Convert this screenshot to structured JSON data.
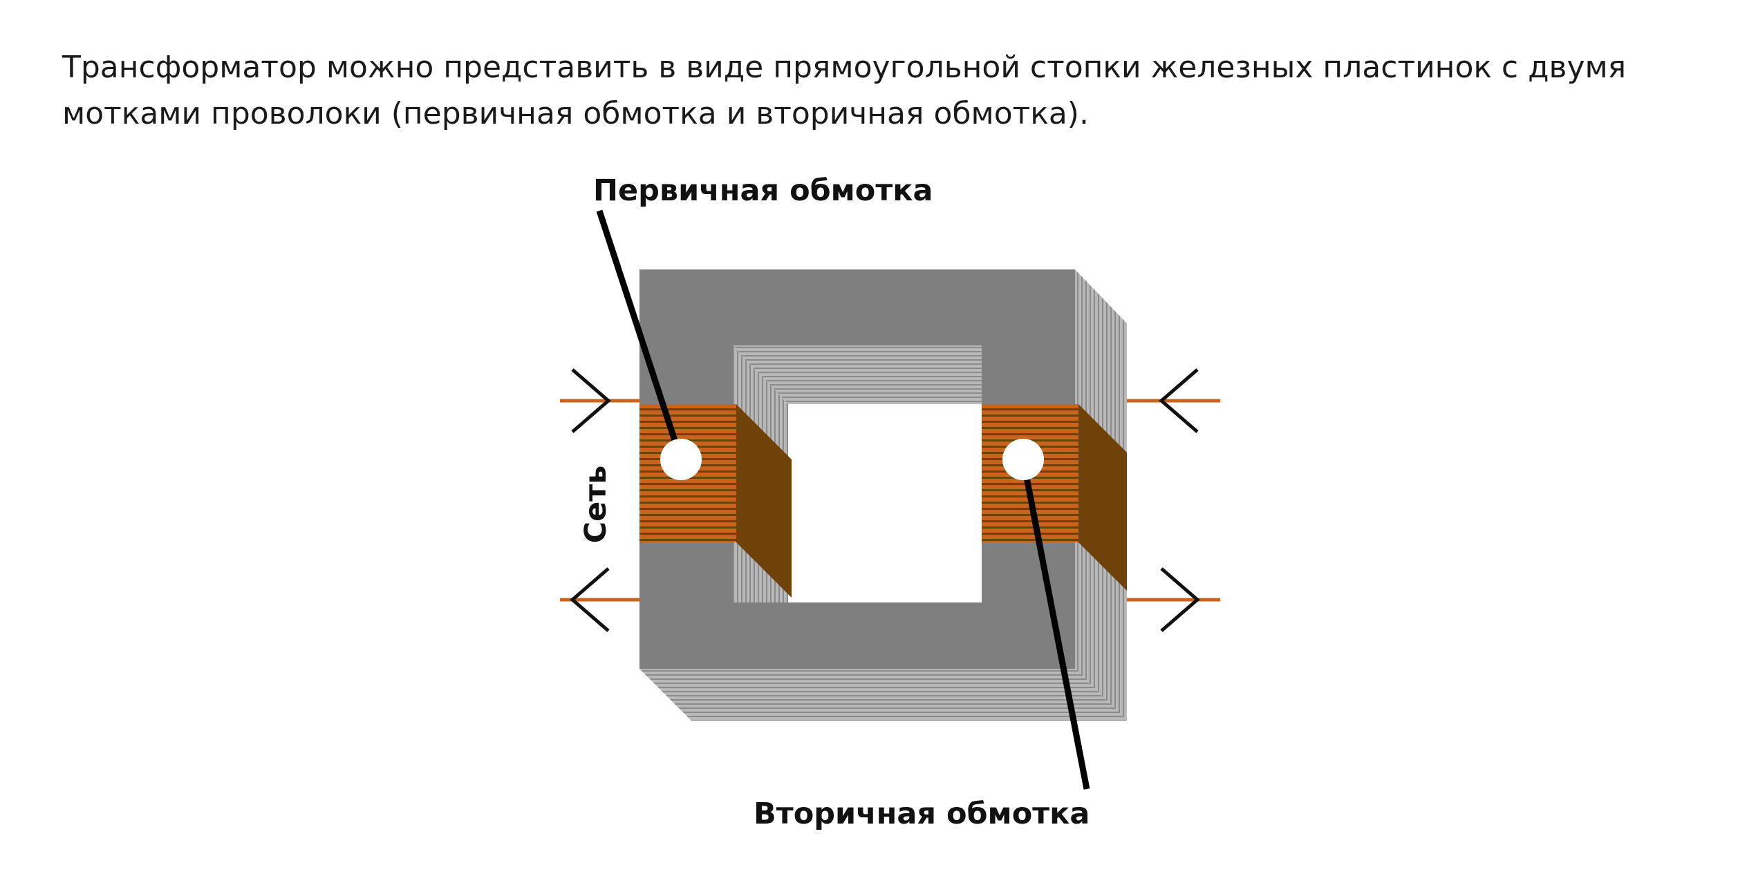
{
  "intro": {
    "text": "Трансформатор можно представить в виде прямоугольной стопки железных пластинок с двумя мотками проволоки (первичная обмотка и вторичная обмотка)."
  },
  "diagram": {
    "primary_label": "Первичная обмотка",
    "secondary_label": "Вторичная обмотка",
    "mains_label": "Сеть"
  },
  "colors": {
    "core_face": "#7f7f7f",
    "core_laminations": "#a6a6a6",
    "copper": "#c8641e",
    "copper_dark": "#6e4208",
    "leader_line": "#000000",
    "marker": "#ffffff"
  }
}
